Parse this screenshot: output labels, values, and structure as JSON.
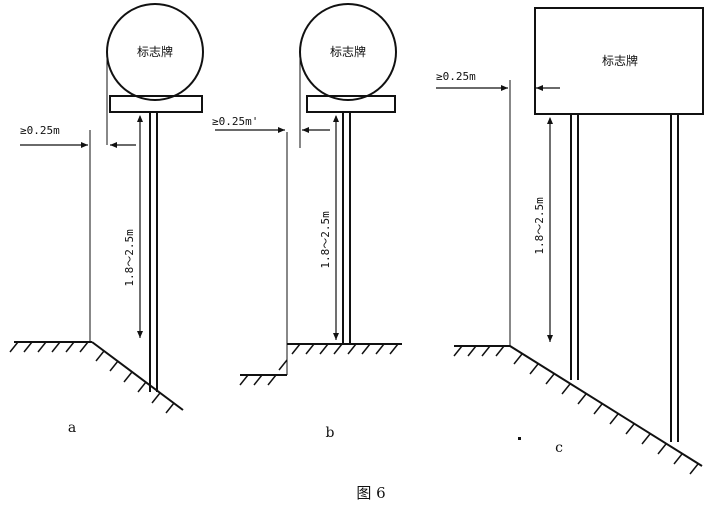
{
  "figure": {
    "caption": "图 6",
    "panels": [
      {
        "id": "a",
        "label": "a",
        "sign_text": "标志牌",
        "clearance": "≥0.25m",
        "height": "1.8～2.5m"
      },
      {
        "id": "b",
        "label": "b",
        "sign_text": "标志牌",
        "clearance": "≥0.25m'",
        "height": "1.8～2.5m"
      },
      {
        "id": "c",
        "label": "c",
        "sign_text": "标志牌",
        "clearance": "≥0.25m",
        "height": "1.8～2.5m"
      }
    ]
  },
  "colors": {
    "ink": "#111111",
    "paper": "#ffffff"
  }
}
